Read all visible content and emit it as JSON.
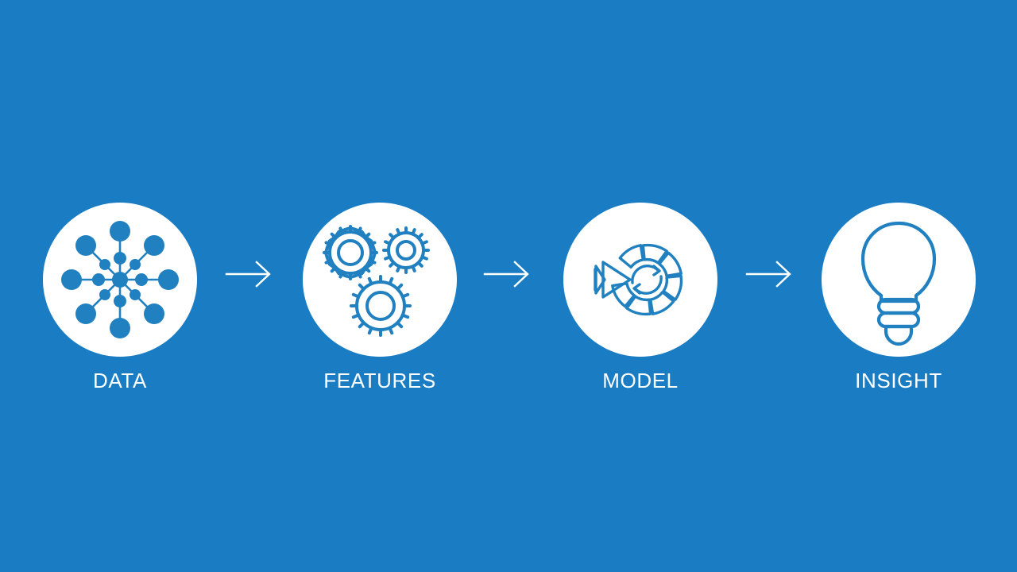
{
  "page": {
    "type": "process-flow-infographic",
    "background_color": "#1a7dc4",
    "disc_color": "#ffffff",
    "icon_color": "#2080c0",
    "label_color": "#ffffff",
    "orientation": "horizontal",
    "step_count": 4,
    "connector_count": 3
  },
  "steps": [
    {
      "label": "DATA",
      "icon": "network-nodes-icon",
      "icon_description": "hub and spoke network of connected dots"
    },
    {
      "label": "FEATURES",
      "icon": "gears-icon",
      "icon_description": "three outline gear wheels"
    },
    {
      "label": "MODEL",
      "icon": "model-wheel-icon",
      "icon_description": "segmented radial wheel with refresh cycle arrows and play arrows"
    },
    {
      "label": "INSIGHT",
      "icon": "lightbulb-icon",
      "icon_description": "outline light bulb with screw base"
    }
  ],
  "connectors": [
    {
      "icon": "arrow-right-icon",
      "from": "DATA",
      "to": "FEATURES"
    },
    {
      "icon": "arrow-right-icon",
      "from": "FEATURES",
      "to": "MODEL"
    },
    {
      "icon": "arrow-right-icon",
      "from": "MODEL",
      "to": "INSIGHT"
    }
  ]
}
